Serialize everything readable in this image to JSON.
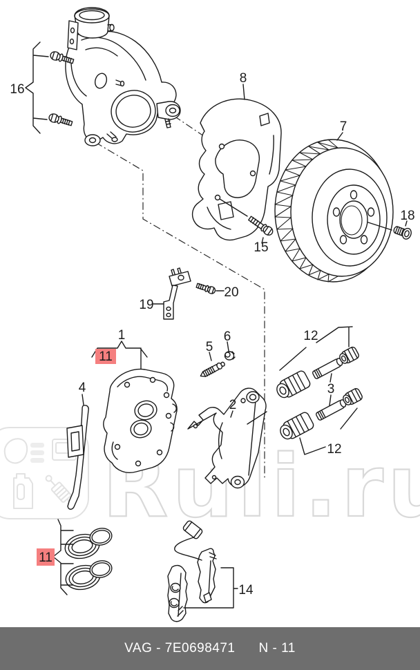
{
  "watermark": {
    "text": "Ruli.ru",
    "color": "#d9d9d9",
    "logo_icons": [
      "headlight-icon",
      "box-icon",
      "oil-canister-icon",
      "shock-absorber-icon"
    ]
  },
  "diagram": {
    "type": "exploded-parts-diagram",
    "labels": {
      "knuckle_group": "16",
      "splash_shield": "8",
      "brake_disc": "7",
      "disc_set_screw": "18",
      "shield_bolt": "15",
      "sensor_bracket": "19",
      "bracket_bolt": "20",
      "caliper_housing": "1",
      "repair_kit_caliper": "11",
      "spring_clip": "4",
      "bleeder_valve": "5",
      "dust_cap": "6",
      "caliper_carrier": "2",
      "guide_sleeve_kit_upper": "12",
      "guide_pin": "3",
      "guide_sleeve_kit_lower": "12",
      "seal_repair_kit": "11",
      "brake_pads": "14"
    },
    "highlighted_labels": [
      "11"
    ]
  },
  "colors": {
    "line": "#1a1a1a",
    "highlight_fill": "#f57f7f",
    "highlight_text": "#c1272d",
    "footer_bg": "#6e6e6e",
    "footer_text": "#ffffff"
  },
  "footer": {
    "catalog_code": "VAG - 7E0698471",
    "page_code": "N - 11"
  }
}
